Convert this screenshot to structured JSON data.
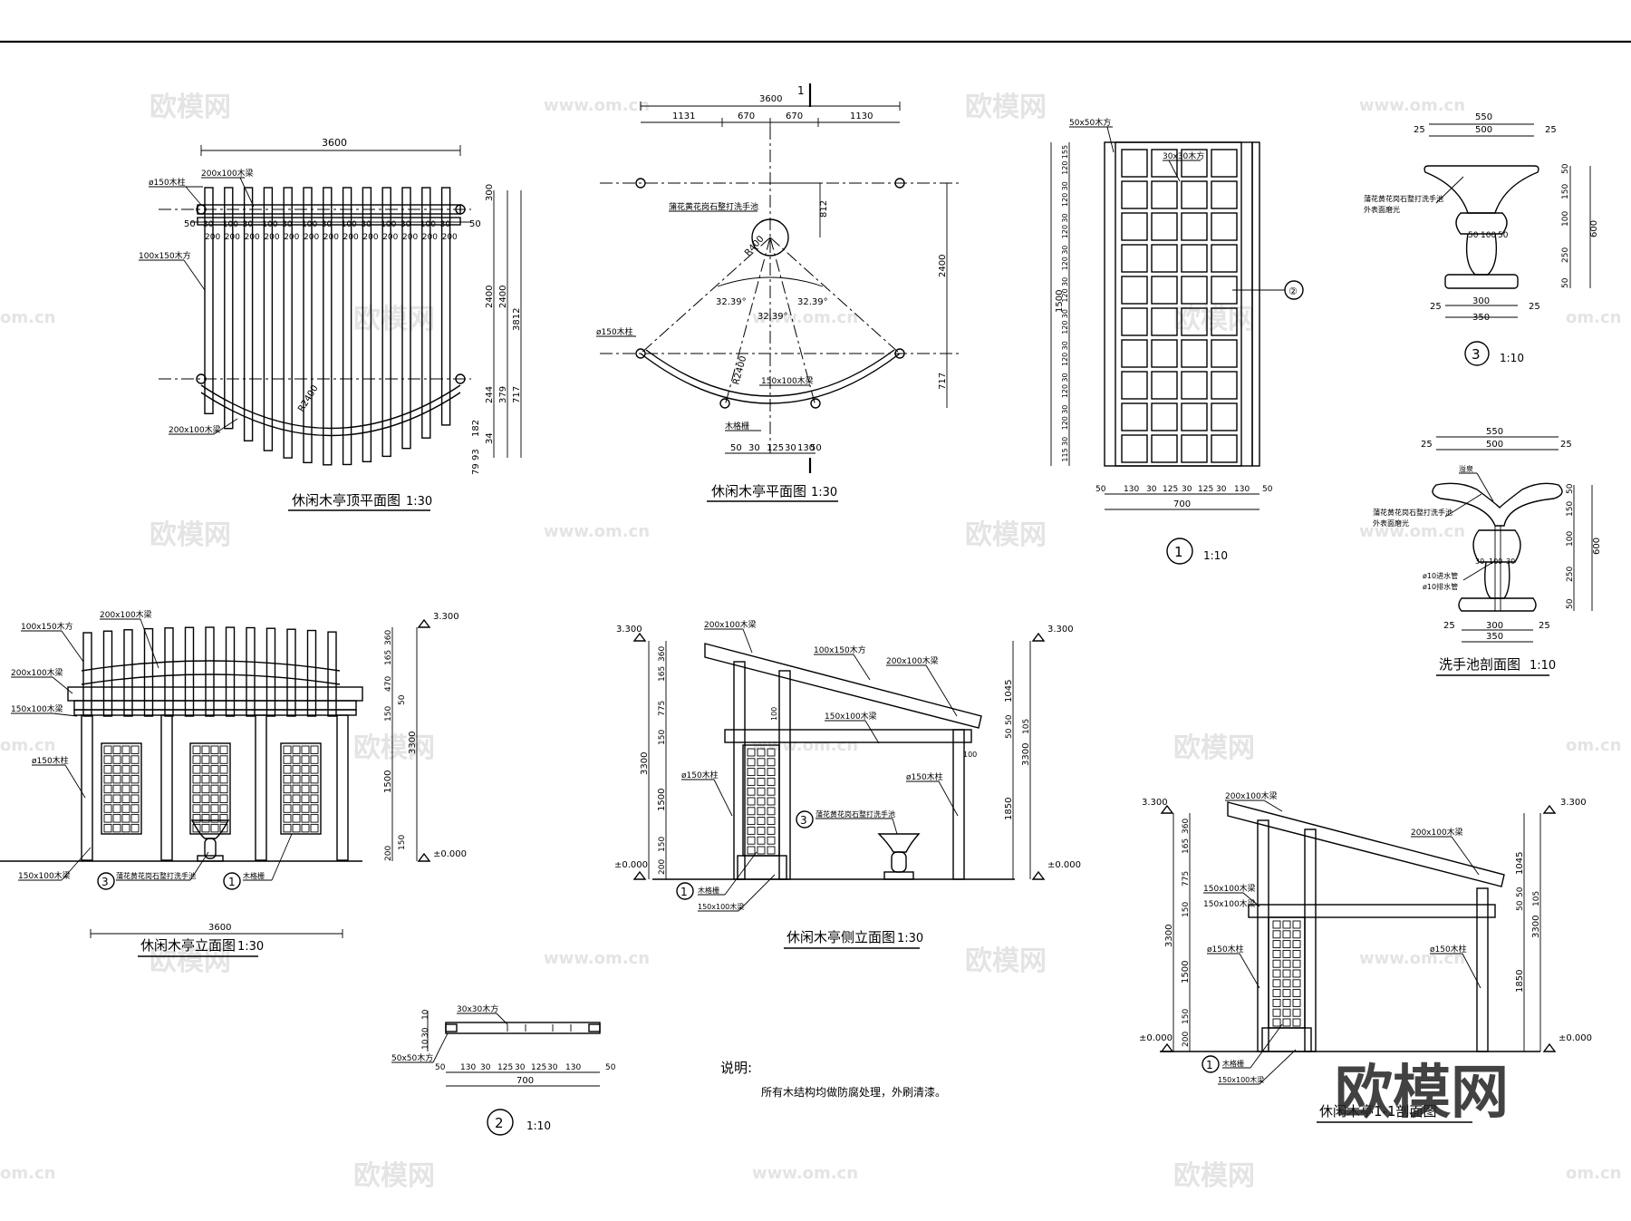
{
  "drawings": {
    "roof_plan": {
      "title": "休闲木亭顶平面图",
      "scale": "1:30",
      "dims": {
        "total": "3600",
        "edge": "50",
        "rafter": "30",
        "gap": "100",
        "bay": "200",
        "right_top": "300",
        "right_mid1": "2400",
        "right_mid2": "2400",
        "right_total": "3812",
        "right_low1": "379",
        "right_low2": "717",
        "right_low3": "244",
        "right_low4": "182",
        "right_low5": "93",
        "right_low6": "34",
        "right_low7": "79",
        "radius": "R2400"
      },
      "labels": {
        "col": "ø150木柱",
        "beam_top": "200x100木梁",
        "purlin": "100x150木方",
        "beam_bottom": "200x100木梁"
      }
    },
    "floor_plan": {
      "title": "休闲木亭平面图",
      "scale": "1:30",
      "section_mark": "1",
      "dims": {
        "total": "3600",
        "d1": "1131",
        "d2": "670",
        "d3": "670",
        "d4": "1130",
        "v1": "812",
        "v2": "2400",
        "v3": "717",
        "radius": "R400",
        "radius_big": "R2400",
        "angle1": "32.39°",
        "angle2": "32.39°",
        "angle3": "32.39°",
        "b1": "50",
        "b2": "30",
        "b3": "125",
        "b4": "30",
        "b5": "130",
        "b6": "50"
      },
      "labels": {
        "basin": "蒲花黄花岗石整打洗手池",
        "col": "ø150木柱",
        "beam": "150x100木梁",
        "fence": "木格栅"
      }
    },
    "detail1": {
      "marker": "1",
      "scale": "1:10",
      "labels": {
        "frame": "50x50木方",
        "grid": "30x30木方",
        "mark": "②"
      },
      "dims_left": [
        "155",
        "120",
        "30",
        "120",
        "30",
        "120",
        "30",
        "120",
        "30",
        "120",
        "30",
        "120",
        "30",
        "120",
        "30",
        "120",
        "30",
        "120",
        "30",
        "115"
      ],
      "height": "1500",
      "dims_bottom": [
        "50",
        "130",
        "30",
        "125",
        "30",
        "125",
        "30",
        "130",
        "50"
      ],
      "width": "700"
    },
    "basin_elev": {
      "marker": "3",
      "scale": "1:10",
      "dims": {
        "top": "550",
        "top_in": "500",
        "edge": "25",
        "mid": "100",
        "mid_side": "50",
        "base": "300",
        "base_out": "350",
        "h1": "50",
        "h2": "150",
        "h3": "100",
        "h4": "250",
        "h5": "50",
        "total": "600"
      },
      "labels": {
        "material": "蒲花黄花岗石整打洗手池",
        "finish": "外表面磨光"
      }
    },
    "basin_section": {
      "title": "洗手池剖面图",
      "scale": "1:10",
      "dims": {
        "top": "550",
        "top_in": "500",
        "edge": "25",
        "mid": "100",
        "mid_side": "30",
        "base": "300",
        "base_out": "350",
        "h1": "50",
        "h2": "150",
        "h3": "100",
        "h4": "250",
        "h5": "50",
        "total": "600"
      },
      "labels": {
        "overflow": "溢泉",
        "material": "蒲花黄花岗石整打洗手池",
        "finish": "外表面磨光",
        "pipe1": "ø10进水管",
        "pipe2": "ø10排水管"
      }
    },
    "front_elev": {
      "title": "休闲木亭立面图",
      "scale": "1:30",
      "dims": {
        "width": "3600",
        "top_level": "3.300",
        "zero_level": "±0.000",
        "v1": "360",
        "v2": "165",
        "v3": "470",
        "v4": "50",
        "v5": "150",
        "v6": "3300",
        "v7": "1500",
        "v8": "150",
        "v9": "200"
      },
      "labels": {
        "purlin": "100x150木方",
        "beam1": "200x100木梁",
        "beam2": "200x100木梁",
        "beam3": "150x100木梁",
        "col": "ø150木柱",
        "beam_low": "150x100木梁",
        "basin": "蒲花黄花岗石整打洗手池",
        "fence": "木格栅",
        "m3": "3",
        "m1": "1"
      }
    },
    "side_elev": {
      "title": "休闲木亭侧立面图",
      "scale": "1:30",
      "dims": {
        "top_level": "3.300",
        "zero_level": "±0.000",
        "l1": "360",
        "l2": "165",
        "l3": "775",
        "l4": "150",
        "l5": "3300",
        "l6": "1500",
        "l7": "150",
        "l8": "200",
        "r1": "1045",
        "r2": "50",
        "r3": "105",
        "r4": "50",
        "r5": "3300",
        "r6": "1850",
        "c1": "100",
        "c2": "100"
      },
      "labels": {
        "beam_top": "200x100木梁",
        "purlin": "100x150木方",
        "beam_r": "200x100木梁",
        "beam_mid": "150x100木梁",
        "col_l": "ø150木柱",
        "col_r": "ø150木柱",
        "basin": "蒲花黄花岗石整打洗手池",
        "fence": "木格栅",
        "beam_low": "150x100木梁",
        "m3": "3",
        "m1": "1"
      }
    },
    "section_11": {
      "title": "休闲木亭1-1剖面图",
      "dims": {
        "top_level": "3.300",
        "top_level_r": "3.300",
        "zero_level": "±0.000",
        "zero_level_r": "±0.000",
        "l1": "360",
        "l2": "165",
        "l3": "775",
        "l4": "150",
        "l5": "3300",
        "l6": "1500",
        "l7": "150",
        "l8": "200",
        "r1": "1045",
        "r2": "50",
        "r3": "105",
        "r4": "50",
        "r5": "3300",
        "r6": "1850"
      },
      "labels": {
        "beam_top": "200x100木梁",
        "beam_r": "200x100木梁",
        "beam_mid": "150x100木梁",
        "col_l": "ø150木柱",
        "col_r": "ø150木柱",
        "fence": "木格栅",
        "beam_low": "150x100木梁",
        "m1": "1"
      }
    },
    "detail2": {
      "marker": "2",
      "scale": "1:10",
      "labels": {
        "grid": "30x30木方",
        "frame": "50x50木方"
      },
      "dims_left": [
        "10",
        "30",
        "10"
      ],
      "dims_bottom": [
        "50",
        "130",
        "30",
        "125",
        "30",
        "125",
        "30",
        "130",
        "50"
      ],
      "width": "700"
    }
  },
  "notes": {
    "heading": "说明:",
    "text": "所有木结构均做防腐处理，外刷清漆。"
  },
  "watermarks": {
    "brand": "欧模网",
    "url": "www.om.cn",
    "url_short": "om.cn"
  }
}
